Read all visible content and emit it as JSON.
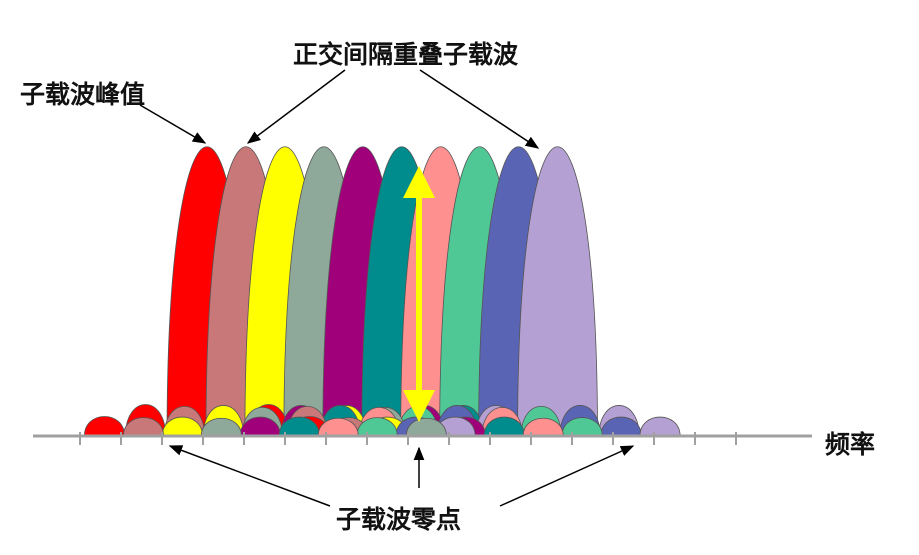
{
  "labels": {
    "orthogonal_overlap": "正交间隔重叠子载波",
    "subcarrier_peak": "子载波峰值",
    "frequency": "频率",
    "subcarrier_null": "子载波零点"
  },
  "subcarriers": [
    {
      "color": "#ff0000",
      "side_peak": 0.33
    },
    {
      "color": "#c87878",
      "side_peak": 0.31
    },
    {
      "color": "#ffff00",
      "side_peak": 0.32
    },
    {
      "color": "#8ea89a",
      "side_peak": 0.3
    },
    {
      "color": "#a0007a",
      "side_peak": 0.32
    },
    {
      "color": "#008c8c",
      "side_peak": 0.32
    },
    {
      "color": "#ff9090",
      "side_peak": 0.3
    },
    {
      "color": "#50c896",
      "side_peak": 0.31
    },
    {
      "color": "#5a64b4",
      "side_peak": 0.32
    },
    {
      "color": "#b4a0d2",
      "side_peak": 0.32
    }
  ],
  "colors": {
    "axis": "#a0a0a0",
    "arrow_yellow": "#ffff00",
    "annotation": "#000000"
  }
}
